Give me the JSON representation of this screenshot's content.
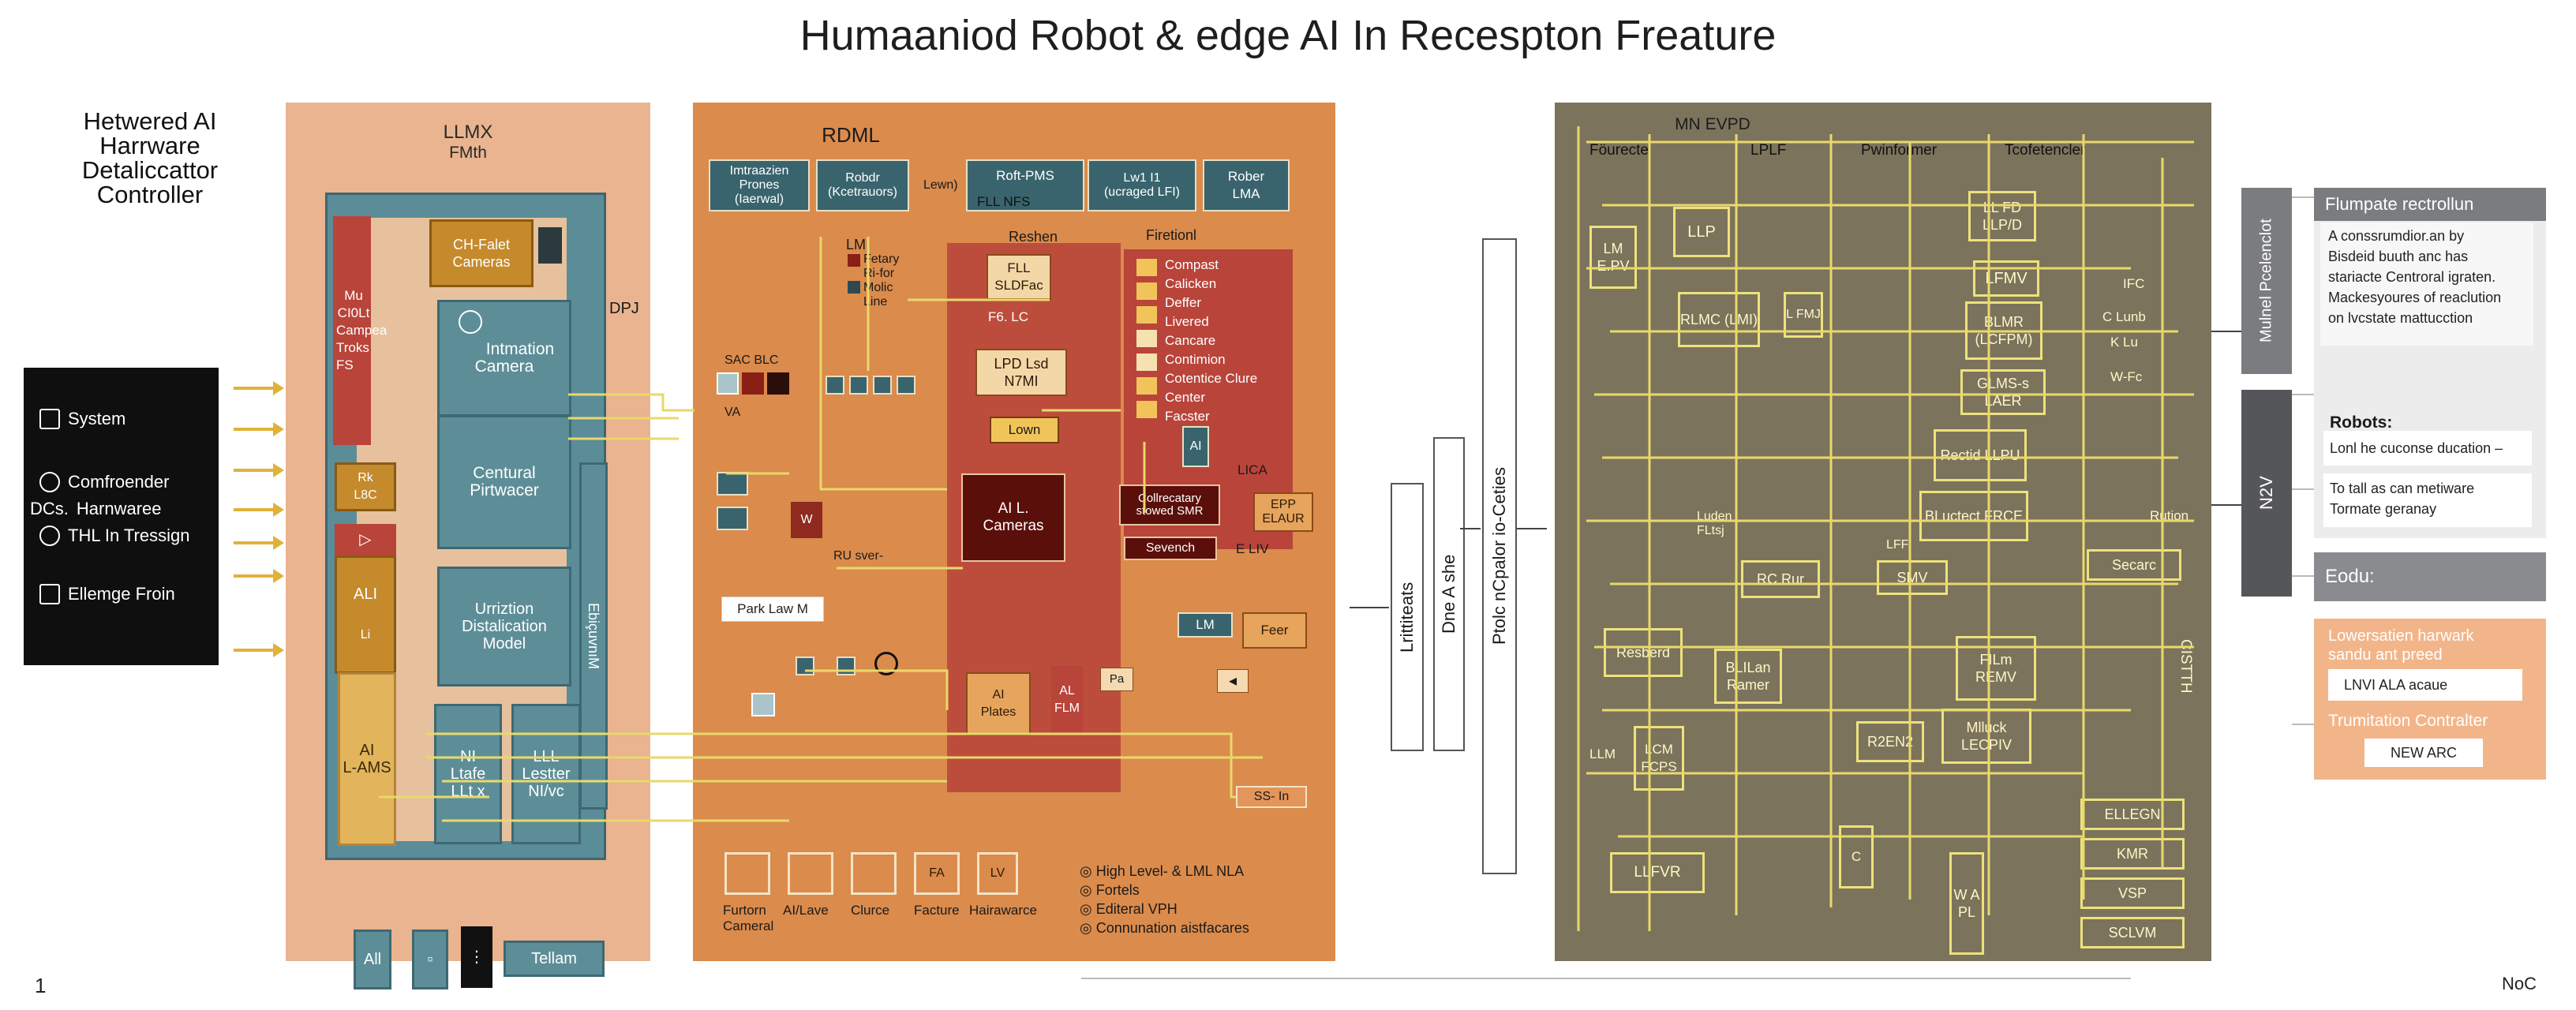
{
  "title": "Humaaniod Robot & edge AI In Recespton Freature",
  "left_heading": [
    "Hetwered AI",
    "Harrware",
    "Detaliccattor",
    "Controller"
  ],
  "system_box": {
    "items": [
      {
        "label": "System",
        "icon": "layers-icon"
      },
      {
        "label": "Comfroender",
        "icon": "circle-icon"
      },
      {
        "label": "Harnwaree",
        "prefix": "DCs."
      },
      {
        "label": "THL In Tressign",
        "icon": "circle-icon"
      },
      {
        "label": "Ellemge Froin",
        "icon": "window-icon"
      }
    ]
  },
  "panel1": {
    "header": [
      "LLMX",
      "FMth"
    ],
    "mu_block": [
      "Mu CI0Lt",
      "Campea",
      "Troks",
      "FS"
    ],
    "ch_cameras": [
      "CH-Falet",
      "Cameras"
    ],
    "dp": "DPJ",
    "intmation": [
      "Intmation",
      "Camera"
    ],
    "central": [
      "Centural",
      "Pirtwacer"
    ],
    "urriztion": [
      "Urriztion",
      "Distalication",
      "Model"
    ],
    "ebi": "EbiçuvnıM",
    "rk": [
      "Rk",
      "L8C"
    ],
    "ali": "ALI",
    "li": "Li",
    "ai_lams": [
      "AI",
      "L-AMS"
    ],
    "ni": [
      "NI",
      "Ltafe",
      "LLt x"
    ],
    "lll": [
      "LLL",
      "Lestter",
      "NI/vc"
    ],
    "bottom": [
      "All",
      "Tellam"
    ]
  },
  "panel2": {
    "header": "RDML",
    "top_boxes": [
      [
        "Imtraazien",
        "Prones",
        "(Iaerwal)"
      ],
      [
        "Robdr",
        "(Kcetrauors)"
      ],
      [
        "Roft-PMS"
      ],
      [
        "Lw1 I1",
        "(ucraged LFI)"
      ],
      [
        "Rober",
        "LMA"
      ]
    ],
    "lewn": "Lewn)",
    "fll_nfs": "FLL NFS",
    "lm": "LM",
    "reshen": "Reshen",
    "fetary": [
      "Fetary",
      "Ri-for",
      "Molic",
      "Line"
    ],
    "fll_sldfac": [
      "FLL",
      "SLDFac"
    ],
    "f6_lc": "F6. LC",
    "firetionl": "Firetionl",
    "compact_list": [
      "Compast",
      "Calicken",
      "Deffer",
      "Livered",
      "Cancare",
      "Contimion",
      "Cotentice Clure",
      "Center",
      "Facster"
    ],
    "sac_blc": "SAC  BLC",
    "va": "VA",
    "lpd": [
      "LPD Lsd",
      "N7MI"
    ],
    "lown": "Lown",
    "ai_lbl": "AI",
    "lica": "LICA",
    "w": "W",
    "ai_cameras": [
      "AI L.",
      "Cameras"
    ],
    "collrecatary": [
      "Collrecatary",
      "stowed SMR"
    ],
    "sevench": "Sevench",
    "epp": [
      "EPP",
      "ELAUR"
    ],
    "e_liv": "E LIV",
    "ru": "RU sver-",
    "park_law": "Park Law  M",
    "lm2": "LM",
    "feer": "Feer",
    "al_flm": [
      "AL",
      "FLM"
    ],
    "ai_plates": [
      "AI",
      "Plates"
    ],
    "pa": "Pa",
    "ss_in": "SS- In",
    "bottom_icons": [
      "Furtorn Cameral",
      "AI/Lave",
      "Clurce",
      "Facture",
      "Hairawarce"
    ],
    "bottom_icon_codes": [
      "",
      "",
      "",
      "FA",
      "LV"
    ],
    "bottom_notes": [
      "High Level- & LML NLA",
      "Fortels",
      "Editeral VPH",
      "Connunation aistfacares"
    ]
  },
  "middle_labels": [
    "Lrittiteats",
    "Dne A she",
    "Ptolc nCpalor io-Ceties"
  ],
  "panel3": {
    "header": "MN EVPD",
    "subheads": [
      "Föurecte",
      "LPLF",
      "Pwinformer",
      "Tcofetencler"
    ],
    "boxes": [
      "LLP",
      "LM E.PV",
      "LL FD LLP/D",
      "LFMV",
      "RLMC (LMI)",
      "L FMJ",
      "BLMR (LCFPM)",
      "C Lunb",
      "K Lu",
      "GLMS-s LAER",
      "W-Fc",
      "Rectid LLPU",
      "BLuctect FRCE",
      "Rution",
      "Secarc",
      "RC Rur",
      "SMV",
      "Resberd",
      "BLILan Ramer",
      "FILm REMV",
      "Mlluck LECPIV",
      "R2EN2",
      "LLM",
      "LCM FCPS",
      "ELLEGN",
      "KMR",
      "VSP",
      "SCLVM",
      "LLFVR",
      "W A PL",
      "C",
      "IFC",
      "Luden FLtsj",
      "LFF"
    ],
    "side_text": "CISTTH"
  },
  "right": {
    "vertical_labels": [
      "Mulnel Pcelenclot",
      "N2V"
    ],
    "flumpate_title": "Flumpate rectrollun",
    "flumpate_text": [
      "A conssrumdior.an by",
      "Bisdeid buuth anc has",
      "stariacte Centroral igraten.",
      "Mackesyoures of reaclution",
      "on lvcstate mattucction"
    ],
    "robots_title": "Robots:",
    "robots_items": [
      "Lonl he cuconse ducation –",
      "To tall as can metiware",
      "Tormate geranay"
    ],
    "eodu": "Eodu:",
    "lower_title": [
      "Lowersatien harwark",
      "sandu ant preed"
    ],
    "lower_item": "LNVI ALA acaue",
    "trumitation": "Trumitation Contralter",
    "new_arc": "NEW ARC"
  },
  "corner_left": "1",
  "corner_right": "NoC",
  "colors": {
    "panel1": "#e9b48f",
    "panel2": "#db8b4c",
    "panel3": "#7c735c",
    "teal": "#5d8e98",
    "yellow_line": "#ece27c",
    "red_block": "#b9443a"
  }
}
